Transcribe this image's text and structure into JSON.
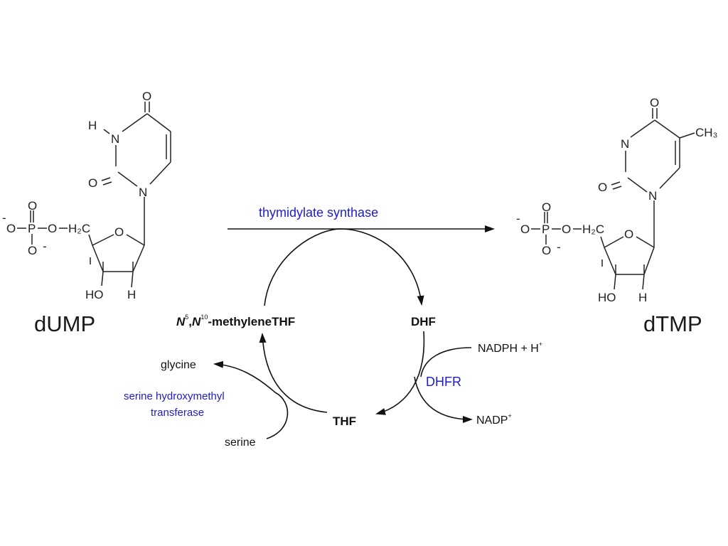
{
  "molecules": {
    "left": {
      "name": "dUMP",
      "atoms": {
        "o_top": "O",
        "h_n": "H",
        "n_top": "N",
        "o_left": "O",
        "n_ring": "N",
        "o_minus": "O",
        "p": "P",
        "o_bridge": "O",
        "h2c": "H₂C",
        "o_ring": "O",
        "o_bottom": "O",
        "o_p_top": "O",
        "minus1": "-",
        "minus2": "-",
        "ho": "HO",
        "h": "H"
      }
    },
    "right": {
      "name": "dTMP",
      "atoms": {
        "o_top": "O",
        "n_top": "N",
        "ch3": "CH₃",
        "o_left": "O",
        "n_ring": "N",
        "o_minus": "O",
        "p": "P",
        "o_bridge": "O",
        "h2c": "H₂C",
        "o_ring": "O",
        "o_bottom": "O",
        "o_p_top": "O",
        "minus1": "-",
        "minus2": "-",
        "ho": "HO",
        "h": "H"
      }
    }
  },
  "enzymes": {
    "thymidylate_synthase": "thymidylate synthase",
    "dhfr": "DHFR",
    "shmt_line1": "serine hydroxymethyl",
    "shmt_line2": "transferase"
  },
  "cycle": {
    "methylene_n": "N",
    "methylene_sup1": "5",
    "methylene_comma": ",",
    "methylene_n2": "N",
    "methylene_sup2": "10",
    "methylene_rest": "-methyleneTHF",
    "dhf": "DHF",
    "thf": "THF"
  },
  "cofactors": {
    "nadph": "NADPH + H",
    "nadph_sup": "+",
    "nadp": "NADP",
    "nadp_sup": "+",
    "glycine": "glycine",
    "serine": "serine"
  },
  "colors": {
    "enzyme_label": "#1c1ccc",
    "structure": "#222222"
  }
}
